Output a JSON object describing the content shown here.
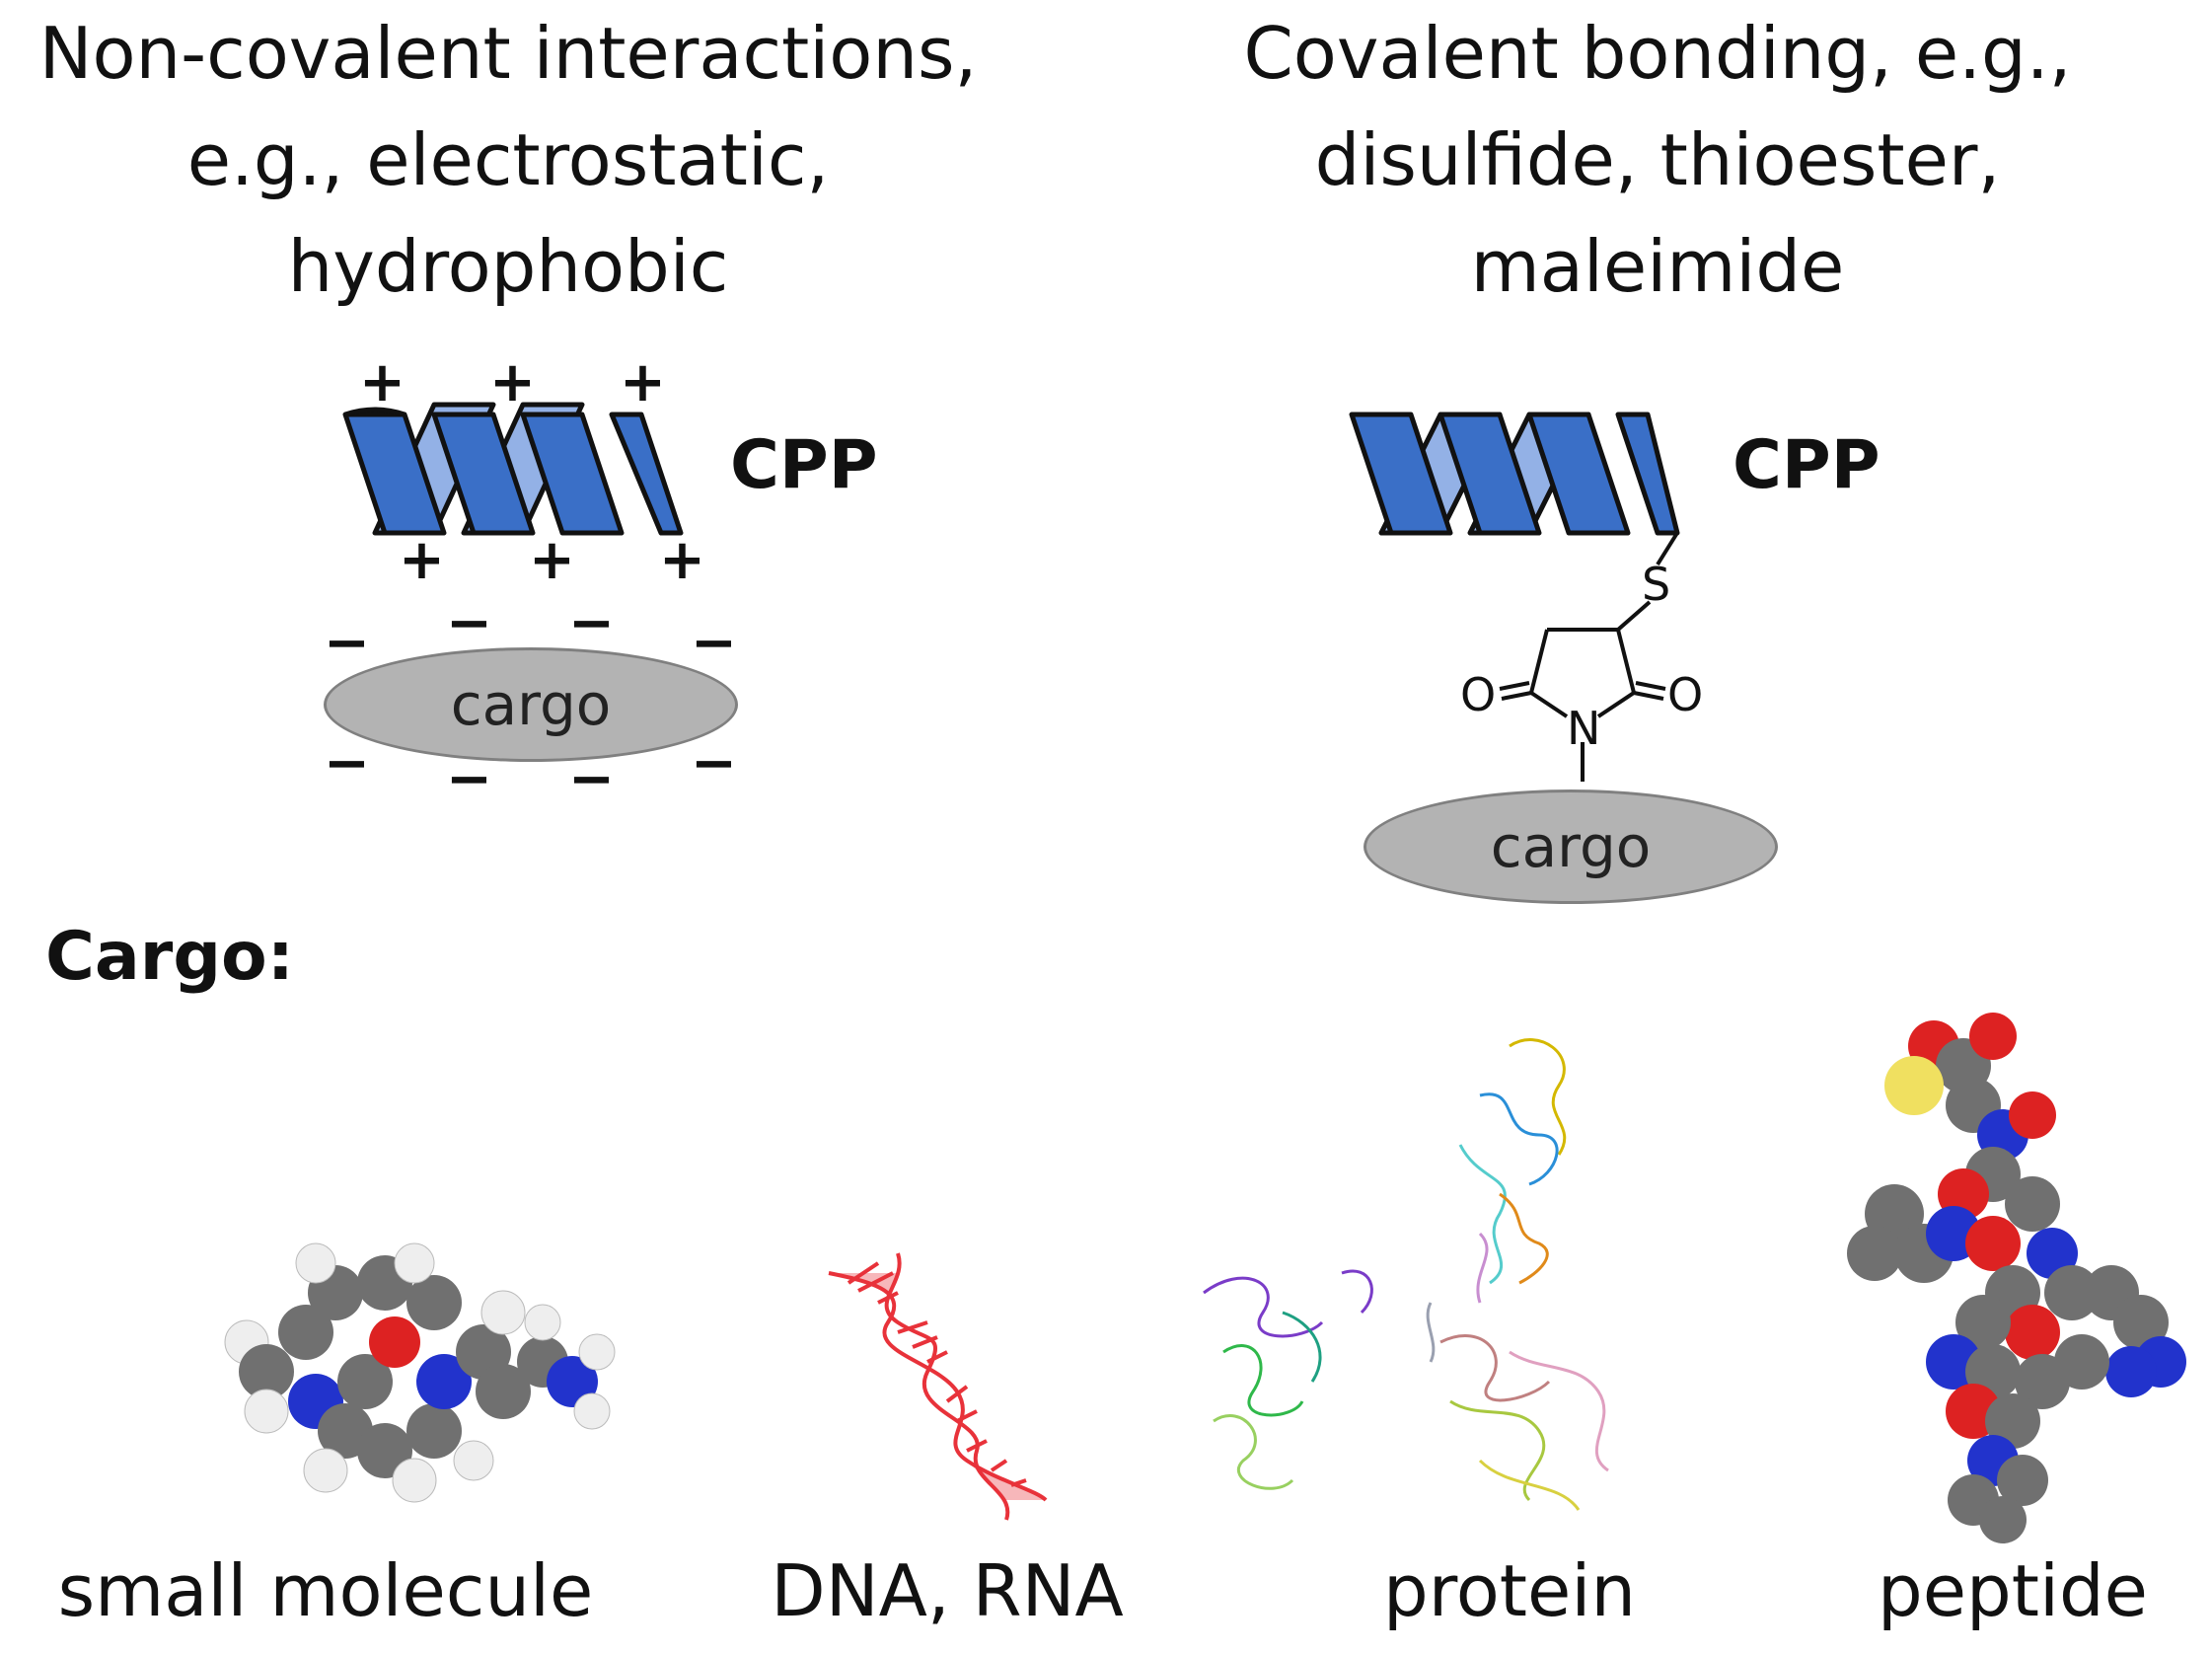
{
  "headings": {
    "left_lines": [
      "Non-covalent interactions,",
      "e.g., electrostatic,",
      "hydrophobic"
    ],
    "right_lines": [
      "Covalent bonding, e.g.,",
      "disulfide, thioester,",
      "maleimide"
    ]
  },
  "labels": {
    "cpp_left": "CPP",
    "cpp_right": "CPP",
    "cargo_left": "cargo",
    "cargo_right": "cargo",
    "plus": "+",
    "minus": "−"
  },
  "linker": {
    "sulfur": "S",
    "nitrogen": "N",
    "oxygen_left": "O",
    "oxygen_right": "O"
  },
  "cargo_section": {
    "title": "Cargo:",
    "items": [
      "small molecule",
      "DNA, RNA",
      "protein",
      "peptide"
    ]
  },
  "colors": {
    "helix_dark": "#3a6fc7",
    "helix_light": "#93b1e6",
    "cargo_fill": "#b3b3b3",
    "dna": "#e8323a",
    "carbon": "#707070",
    "nitrogen_atom": "#2233cc",
    "oxygen_atom": "#dd2222",
    "hydrogen": "#eeeeee",
    "sulfur_atom": "#f0e060"
  }
}
